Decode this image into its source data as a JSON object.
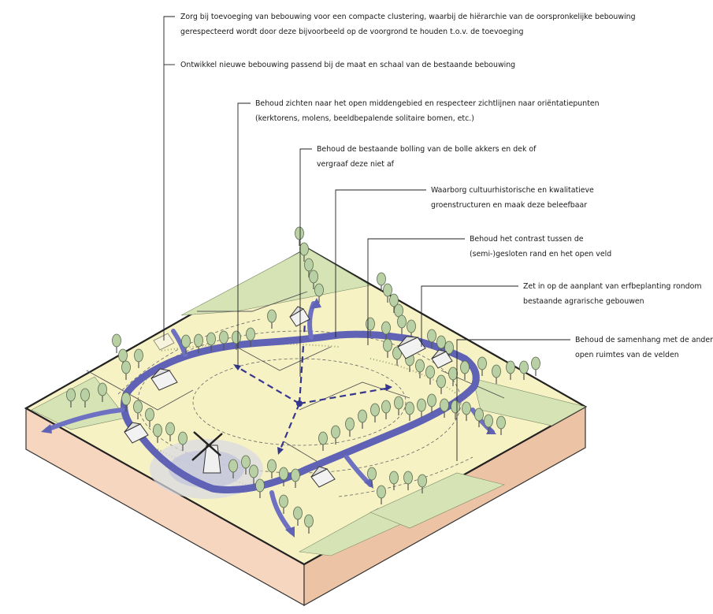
{
  "annotations": [
    {
      "id": "a1",
      "lines": [
        "Zorg bij toevoeging van bebouwing voor een compacte clustering, waarbij de hiërarchie van de oorspronkelijke bebouwing",
        "gerespecteerd wordt door deze bijvoorbeeld op de voorgrond te houden t.o.v. de toevoeging"
      ]
    },
    {
      "id": "a2",
      "lines": [
        "Ontwikkel nieuwe bebouwing passend bij de maat en schaal van de bestaande bebouwing"
      ]
    },
    {
      "id": "a3",
      "lines": [
        "Behoud zichten naar het open middengebied en respecteer zichtlijnen naar oriëntatiepunten",
        "(kerktorens, molens, beeldbepalende solitaire bomen, etc.)"
      ]
    },
    {
      "id": "a4",
      "lines": [
        "Behoud de bestaande bolling van de bolle akkers en dek of",
        "vergraaf deze niet af"
      ]
    },
    {
      "id": "a5",
      "lines": [
        "Waarborg cultuurhistorische en kwalitatieve",
        "groenstructuren en maak deze beleefbaar"
      ]
    },
    {
      "id": "a6",
      "lines": [
        "Behoud het contrast tussen de",
        "(semi-)gesloten rand en het open veld"
      ]
    },
    {
      "id": "a7",
      "lines": [
        "Zet in op de aanplant van erfbeplanting rondom",
        "bestaande agrarische gebouwen"
      ]
    },
    {
      "id": "a8",
      "lines": [
        "Behoud de samenhang met de andere",
        "open ruimtes van de velden"
      ]
    }
  ],
  "colors": {
    "field": "#f7f2c4",
    "green": "#d6e3b5",
    "soil_left": "#f6d6bf",
    "soil_right": "#ecc3a4",
    "route": "#5f62b5",
    "tree_crown": "#b9cfa4",
    "tree_outline": "#5a6a50",
    "leader": "#222222"
  }
}
